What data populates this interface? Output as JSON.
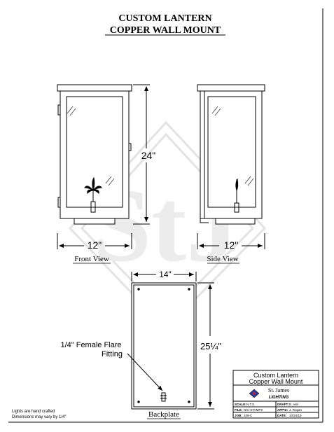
{
  "title": {
    "line1": "CUSTOM LANTERN",
    "line2": "COPPER WALL MOUNT"
  },
  "views": {
    "front_label": "Front View",
    "side_label": "Side View",
    "backplate_label": "Backplate"
  },
  "dimensions": {
    "height": "24\"",
    "front_width": "12\"",
    "side_width": "12\"",
    "backplate_width": "14\"",
    "backplate_height": "25¼\""
  },
  "callout": {
    "line1": "1/4\" Female Flare",
    "line2": "Fitting"
  },
  "notes": {
    "line1": "Lights are hand crafted",
    "line2": "Dimensions may vary by 1/4\""
  },
  "title_block": {
    "product_line1": "Custom Lantern",
    "product_line2": "Copper Wall Mount",
    "company_line1": "St. James",
    "company_line2": "LIGHTING",
    "scale_label": "SCALE:",
    "scale_value": "N.T.S.",
    "draft_label": "DRAFT:",
    "draft_value": "B. Viel",
    "file_label": "FILE:",
    "file_value": "NIC-STAMPS",
    "appd_label": "APP'D:",
    "appd_value": "J. Rogan",
    "job_label": "JOB:",
    "job_value": "108-C",
    "date_label": "DATE:",
    "date_value": "10/24/19"
  },
  "colors": {
    "line": "#000000",
    "watermark": "#e6e6e6",
    "glass_mark": "#555555"
  }
}
